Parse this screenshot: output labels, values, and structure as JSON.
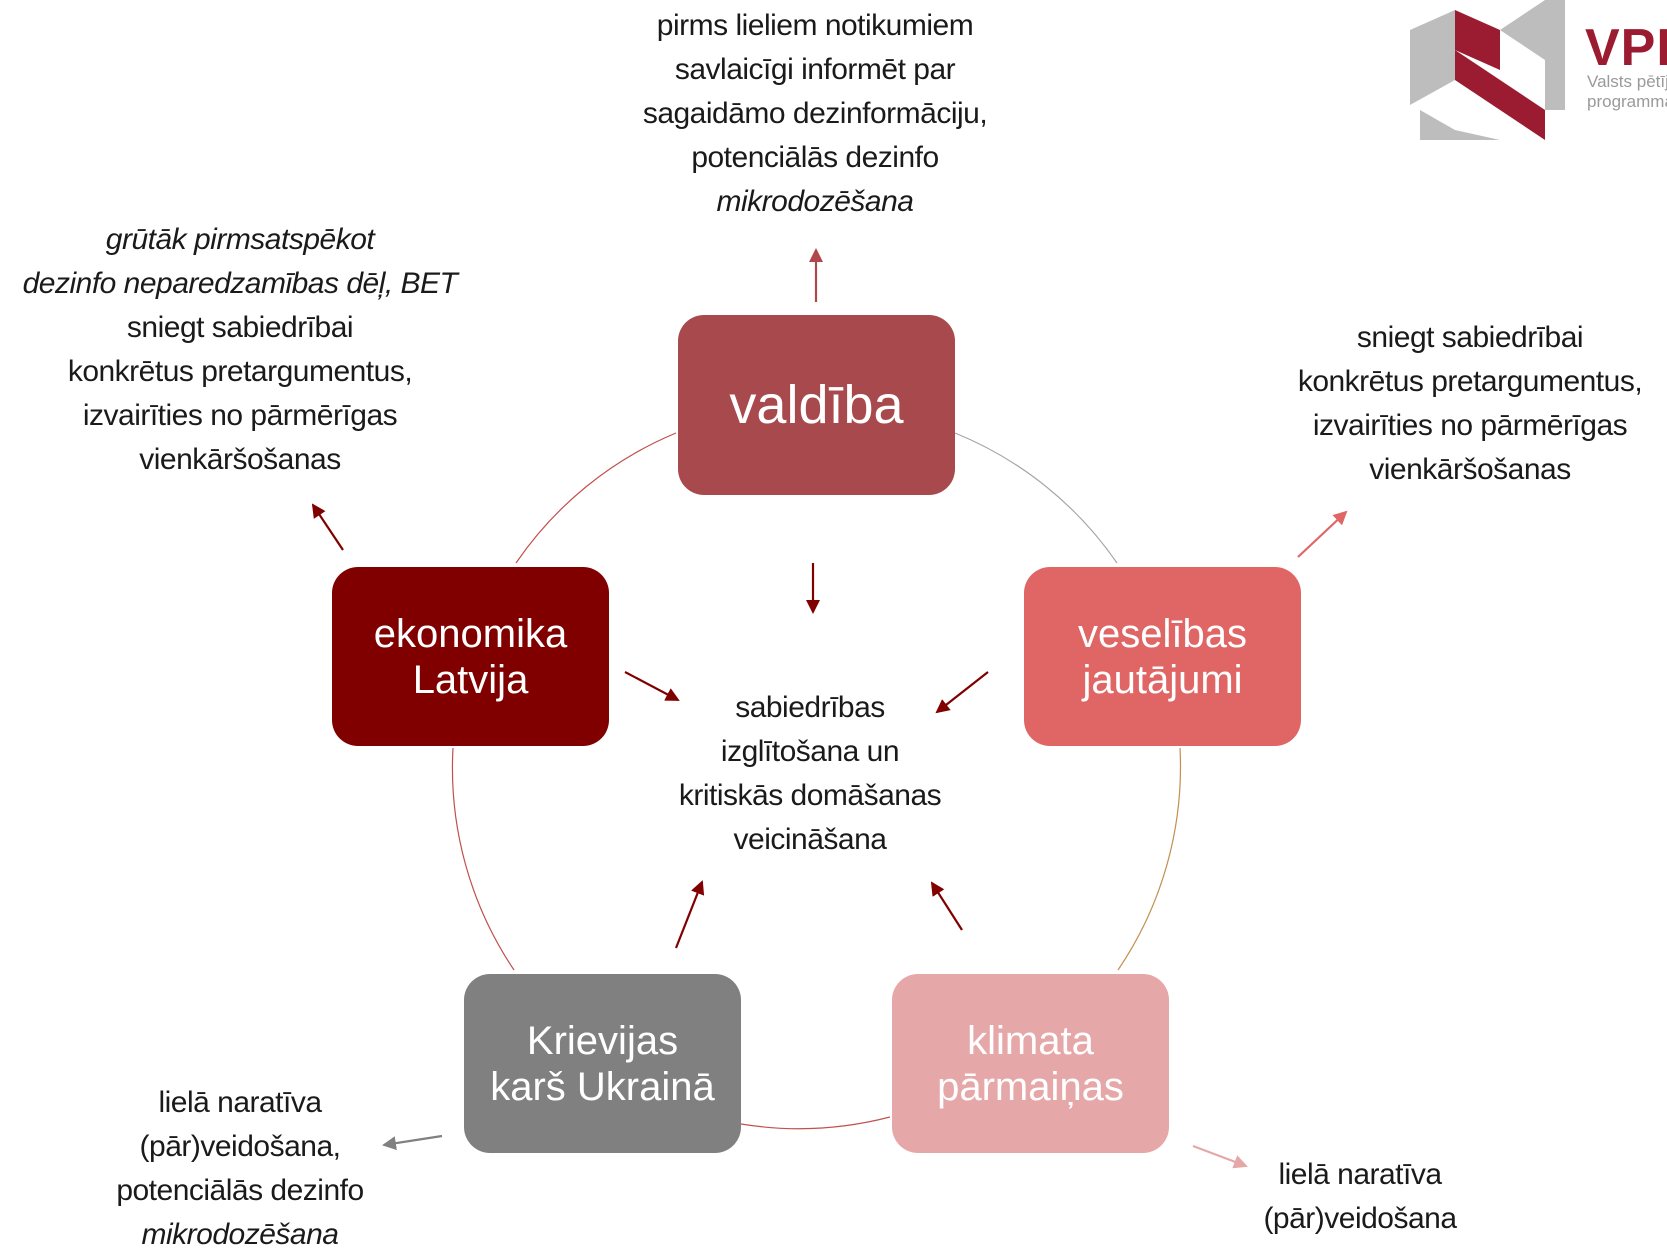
{
  "nodes": {
    "valdiba": {
      "lines": [
        "valdība"
      ],
      "color": "#a84a4d"
    },
    "ekonomika": {
      "lines": [
        "ekonomika",
        "Latvija"
      ],
      "color": "#800000"
    },
    "veseliba": {
      "lines": [
        "veselības",
        "jautājumi"
      ],
      "color": "#e06666"
    },
    "krievija": {
      "lines": [
        "Krievijas",
        "karš Ukrainā"
      ],
      "color": "#808080"
    },
    "klimats": {
      "lines": [
        "klimata",
        "pārmaiņas"
      ],
      "color": "#e6a7a8"
    }
  },
  "center": {
    "lines": [
      "sabiedrības",
      "izglītošana un",
      "kritiskās domāšanas",
      "veicināšana"
    ]
  },
  "annotations": {
    "top": {
      "lines": [
        "pirms lieliem notikumiem",
        "savlaicīgi informēt par",
        "sagaidāmo dezinformāciju,",
        "potenciālās dezinfo"
      ],
      "italic_line": "mikrodozēšana"
    },
    "left": {
      "italic_lines": [
        "grūtāk pirmsatspēkot",
        "dezinfo neparedzamības dēļ, BET"
      ],
      "lines": [
        "sniegt sabiedrībai",
        "konkrētus pretargumentus,",
        "izvairīties no pārmērīgas",
        "vienkāršošanas"
      ]
    },
    "right": {
      "lines": [
        "sniegt sabiedrībai",
        "konkrētus pretargumentus,",
        "izvairīties no pārmērīgas",
        "vienkāršošanas"
      ]
    },
    "bottom_left": {
      "lines": [
        "lielā naratīva",
        "(pār)veidošana,",
        "potenciālās dezinfo"
      ],
      "italic_line": "mikrodozēšana"
    },
    "bottom_right": {
      "lines": [
        "lielā naratīva",
        "(pār)veidošana"
      ]
    }
  },
  "logo": {
    "acronym": "VPP",
    "subtitle_lines": [
      "Valsts pētījumu",
      "programma"
    ]
  },
  "colors": {
    "arrow_dark": "#800000",
    "arrow_top": "#b0484b",
    "arrow_right": "#e06666",
    "arrow_gray": "#808080",
    "arrow_pink": "#e6a7a8",
    "circle_red": "#c0504d",
    "circle_gray": "#a6a6a6",
    "circle_gold": "#c09050"
  }
}
